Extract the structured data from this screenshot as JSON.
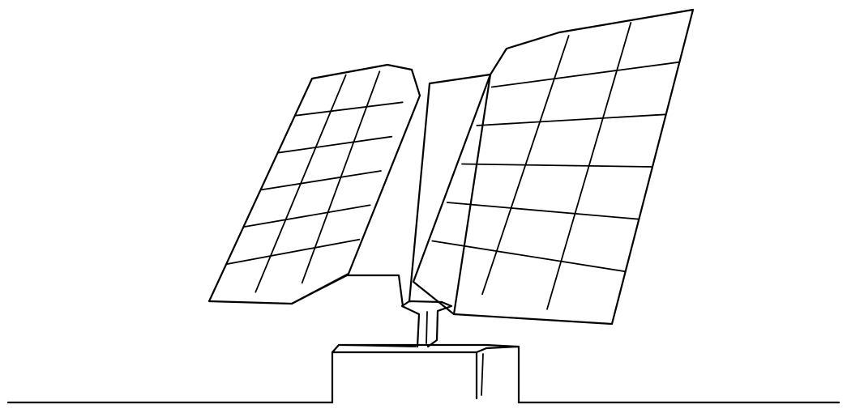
{
  "scene": {
    "subject": "solar-panel-tracker-line-drawing",
    "colors": {
      "background": "#ffffff",
      "stroke": "#000000"
    },
    "panels": {
      "left": {
        "rows": 6,
        "columns": 3
      },
      "right": {
        "rows": 6,
        "columns": 3
      }
    }
  }
}
